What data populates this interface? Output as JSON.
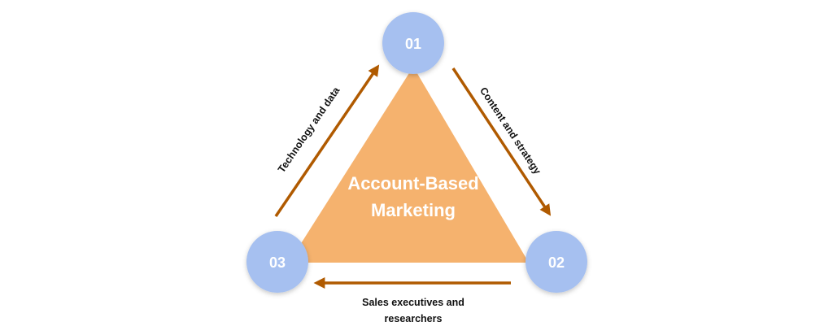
{
  "title": {
    "line1": "Account-Based",
    "line2": "Marketing"
  },
  "nodes": [
    {
      "id": "01",
      "label": "01"
    },
    {
      "id": "02",
      "label": "02"
    },
    {
      "id": "03",
      "label": "03"
    }
  ],
  "edges": {
    "top_to_right": "Content and strategy",
    "right_to_left": {
      "line1": "Sales executives and",
      "line2": "researchers"
    },
    "left_to_top": "Technology and data"
  },
  "colors": {
    "triangle": "#F5B26E",
    "node_fill": "#A6C0F0",
    "arrow": "#B05A00",
    "text_on_shape": "#ffffff",
    "label_text": "#111111"
  }
}
